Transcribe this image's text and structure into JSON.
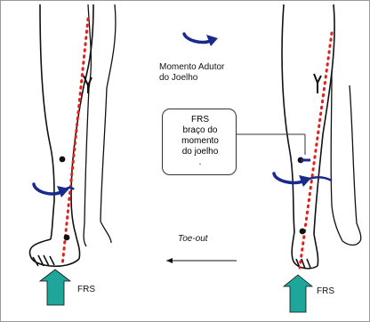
{
  "legend": {
    "line1": "Momento Adutor",
    "line2": "do Joelho",
    "icon": "rotation-arrow-icon"
  },
  "labels": {
    "frs_left": "FRS",
    "frs_right": "FRS",
    "toe_out": "Toe-out"
  },
  "callout": {
    "lines": [
      "FRS",
      "braço do",
      "momento",
      "do joelho",
      "."
    ]
  },
  "colors": {
    "moment_arrow": "#1a2a8c",
    "force_arrow": "#1fa69a",
    "dotted_line": "#e0201c",
    "outline": "#111111"
  }
}
